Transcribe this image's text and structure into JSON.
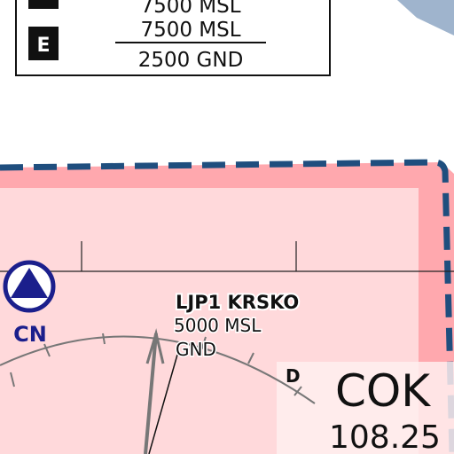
{
  "legend": {
    "row_top_value": "7500 MSL",
    "class_letter": "E",
    "upper_limit": "7500 MSL",
    "lower_limit": "2500 GND"
  },
  "airspace": {
    "name": "LJP1 KRSKO",
    "upper": "5000 MSL",
    "lower": "GND"
  },
  "reporting_point": {
    "label": "CN"
  },
  "vor": {
    "name": "COK",
    "frequency": "108.25",
    "compass_marker": "D"
  },
  "colors": {
    "restricted_fill": "#ffd9db",
    "restricted_border": "#ffa8ae",
    "dashed_boundary": "#1f4e7e",
    "water": "#9fb4cd",
    "reporting_point": "#1b1f8c",
    "compass_rose": "#777777"
  }
}
